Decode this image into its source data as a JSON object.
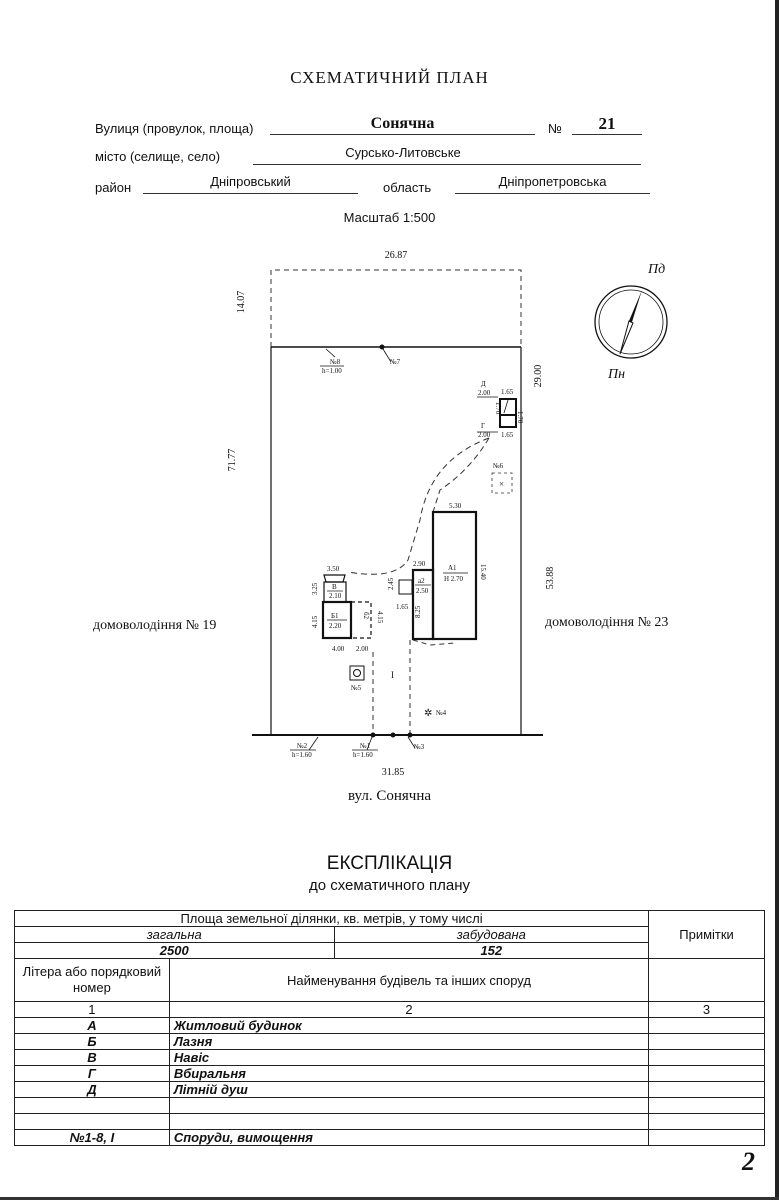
{
  "header": {
    "title": "СХЕМАТИЧНИЙ ПЛАН",
    "street_label": "Вулиця (провулок, площа)",
    "street_value": "Сонячна",
    "number_label": "№",
    "number_value": "21",
    "city_label": "місто (селище, село)",
    "city_value": "Сурсько-Литовське",
    "district_label": "район",
    "district_value": "Дніпровський",
    "region_label": "область",
    "region_value": "Дніпропетровська",
    "scale": "Масштаб 1:500"
  },
  "plan": {
    "dim_top": "26.87",
    "dim_left_upper": "14.07",
    "dim_left_main": "71.77",
    "dim_right_upper": "29.00",
    "dim_right_lower": "53.88",
    "dim_bottom": "31.85",
    "north_label": "Пд",
    "south_label": "Пн",
    "neighbor_left": "домоволодіння № 19",
    "neighbor_right": "домоволодіння № 23",
    "street_caption": "вул. Сонячна",
    "marks": {
      "n8": "№8",
      "n8h": "h=1.00",
      "n7": "№7",
      "n1": "№1",
      "n1h": "h=1.60",
      "n2": "№2",
      "n2h": "h=1.60",
      "n3": "№3",
      "n4": "№4",
      "n5": "№5",
      "n6": "№6",
      "roman1": "І"
    },
    "buildings": {
      "D": "Д",
      "D_h": "2.00",
      "D_w": "1.65",
      "D_side": "1.70",
      "G": "Г",
      "G_h": "2.00",
      "G_w": "1.65",
      "G_side": "1.70",
      "A1": "А1",
      "A1_h": "Н 2.70",
      "A1_top": "5.30",
      "A1_side": "15.40",
      "a2": "а2",
      "a2_h": "2.50",
      "a2_top": "2.90",
      "a2_side": "8.25",
      "a2_left": "2.45",
      "a2_bottom": "1.65",
      "V": "В",
      "V_h": "2.10",
      "V_top": "3.50",
      "V_side": "3.25",
      "B1": "Б1",
      "B1_h": "2.20",
      "B1_side": "4.15",
      "B1_bottom": "4.00",
      "b2": "б2",
      "b2_side": "4.15",
      "b2_bottom": "2.00"
    }
  },
  "explication": {
    "title": "ЕКСПЛІКАЦІЯ",
    "subtitle": "до схематичного плану",
    "area_header": "Площа земельної ділянки, кв. метрів, у тому числі",
    "total_label": "загальна",
    "built_label": "забудована",
    "total_value": "2500",
    "built_value": "152",
    "notes_header": "Примітки",
    "col1_header": "Літера або порядковий номер",
    "col2_header": "Найменування будівель та інших споруд",
    "col_nums": [
      "1",
      "2",
      "3"
    ],
    "rows": [
      {
        "letter": "А",
        "name": "Житловий будинок"
      },
      {
        "letter": "Б",
        "name": "Лазня"
      },
      {
        "letter": "В",
        "name": "Навіс"
      },
      {
        "letter": "Г",
        "name": "Вбиральня"
      },
      {
        "letter": "Д",
        "name": "Літній душ"
      },
      {
        "letter": "",
        "name": ""
      },
      {
        "letter": "",
        "name": ""
      },
      {
        "letter": "№1-8, І",
        "name": "Споруди, вимощення"
      }
    ]
  },
  "page_number": "2"
}
